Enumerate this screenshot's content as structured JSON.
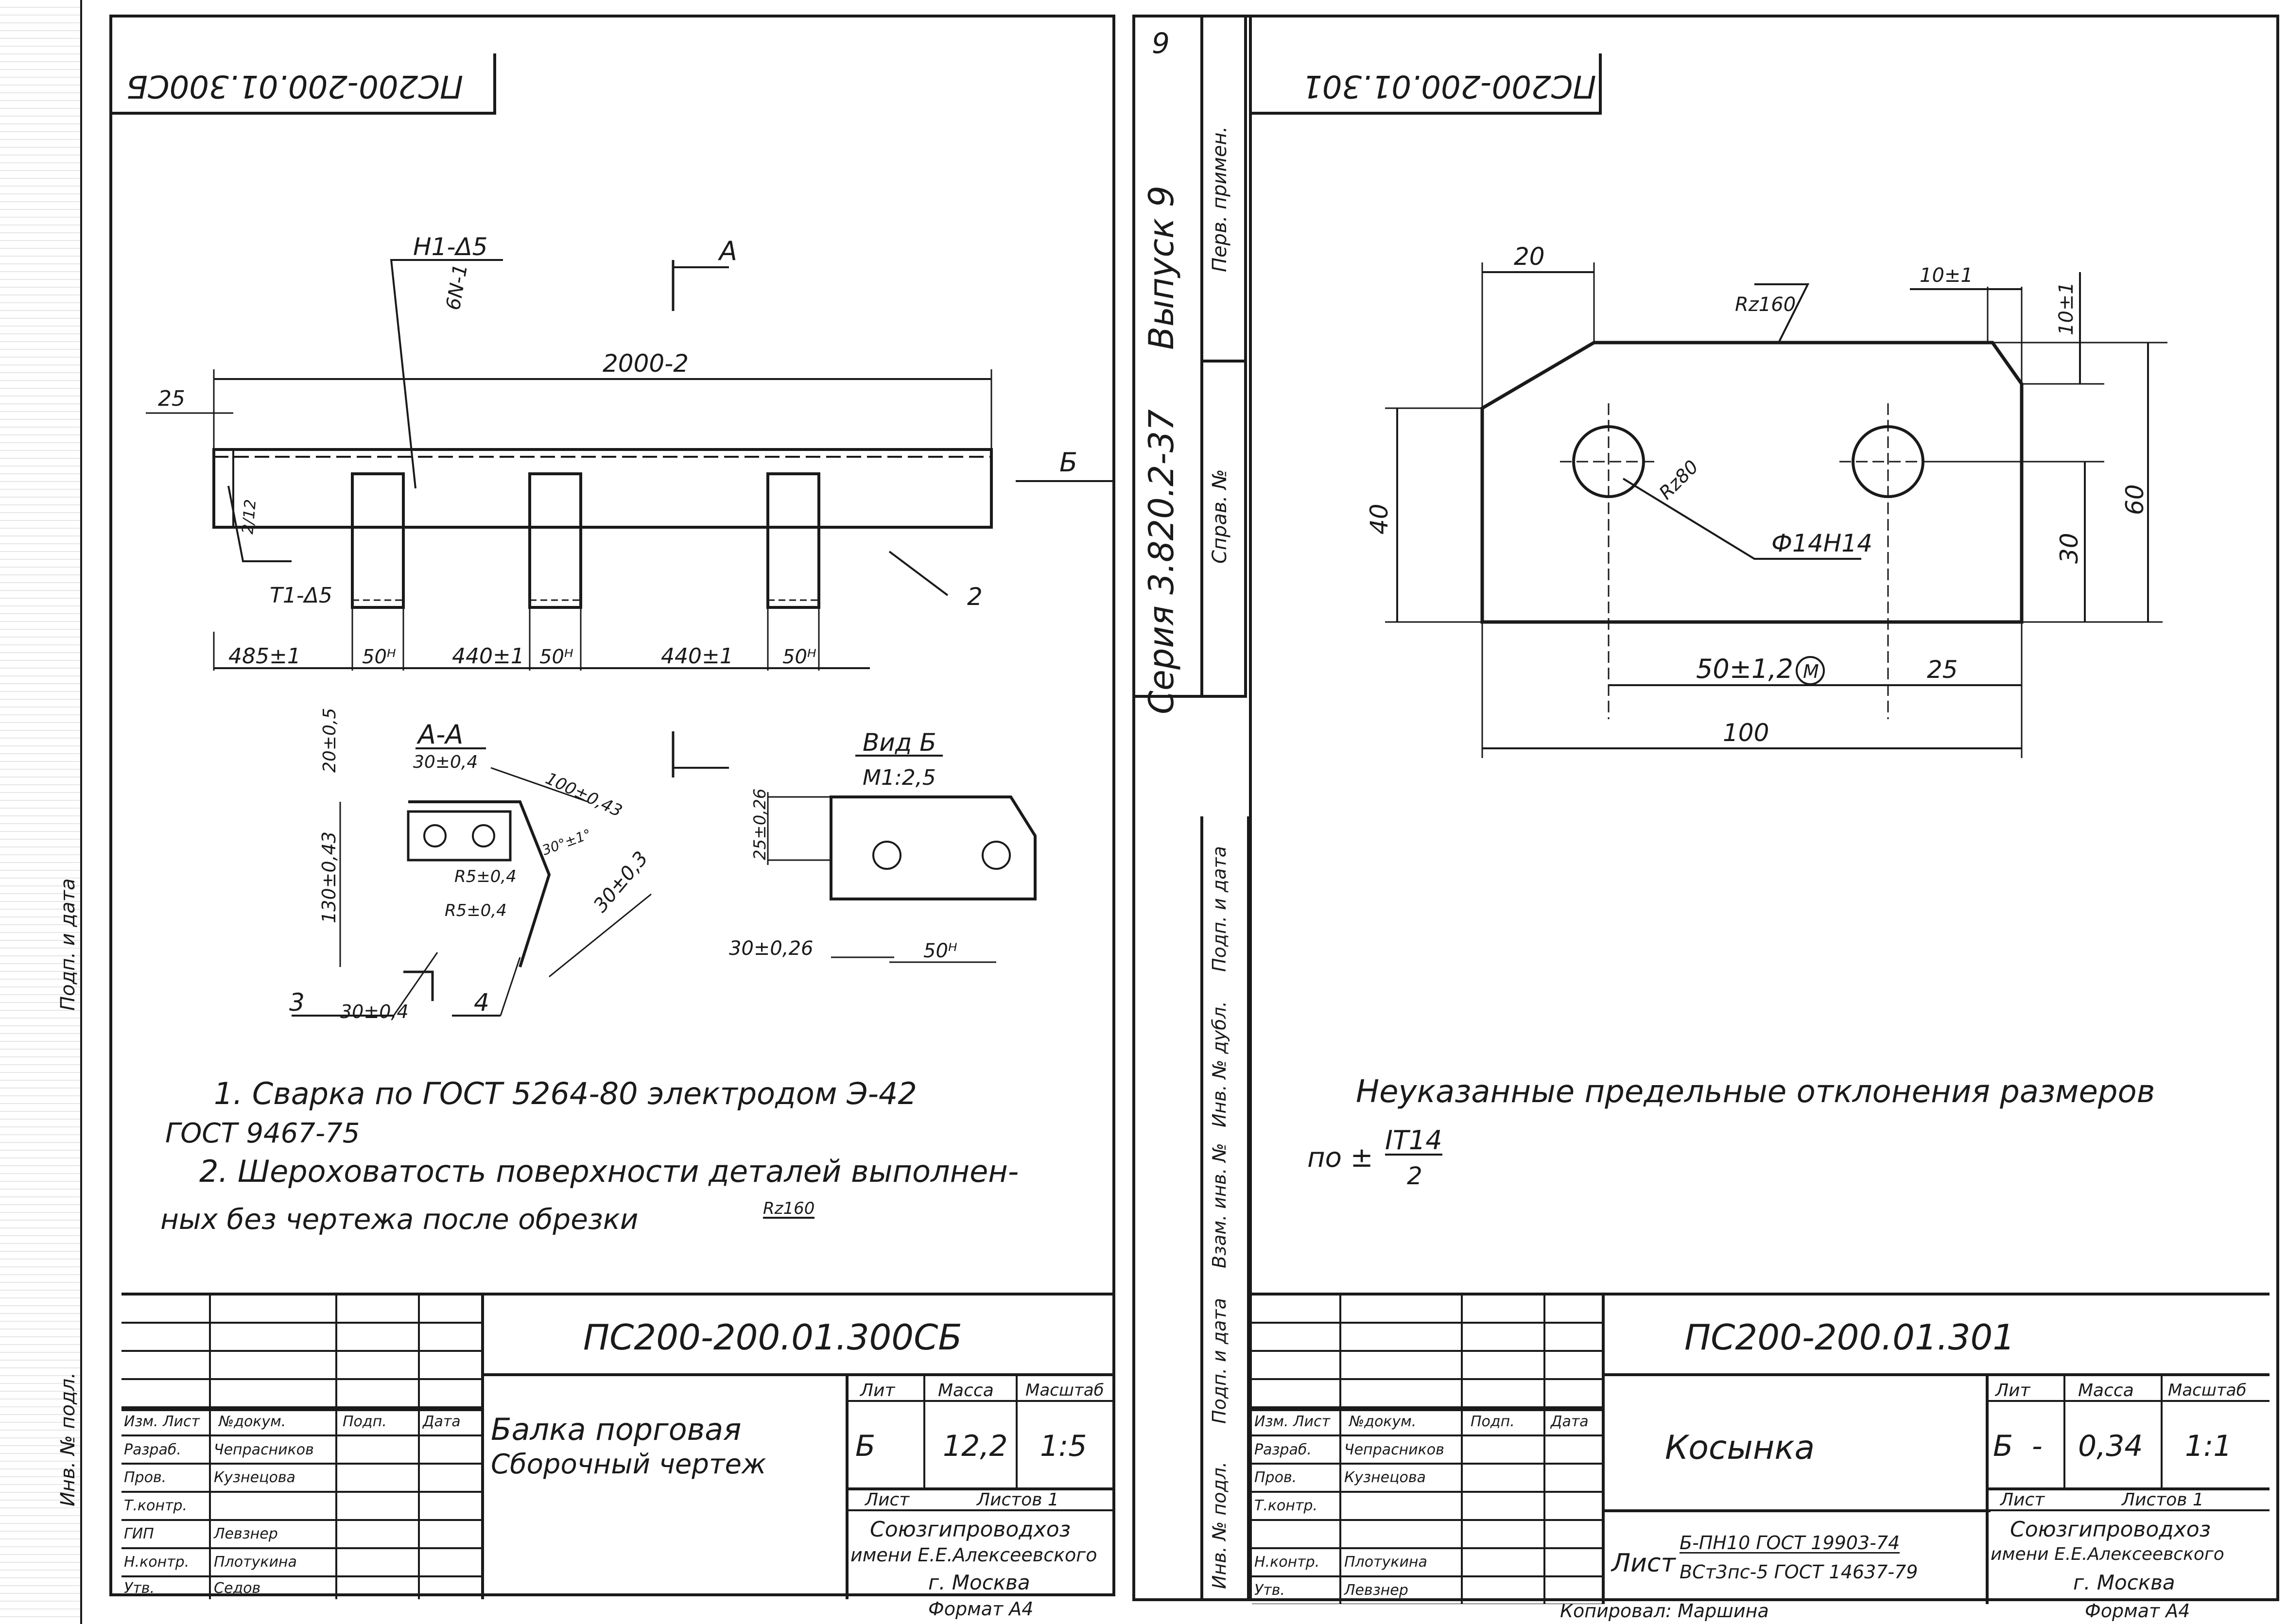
{
  "left_sheet": {
    "corner_code": "ПС200-200.01.300СБ",
    "drawing": {
      "labels": {
        "weld_top": "Н1-Δ5",
        "weld_size": "6N-1",
        "section_a": "А",
        "section_b": "Б",
        "length": "2000-2",
        "edge": "25",
        "weld_bottom": "Т1-Δ5",
        "weld_corner": "2/12",
        "item2": "2",
        "dim1": "485±1",
        "dim2": "50ᴴ",
        "dim3": "440±1",
        "dim4": "50ᴴ",
        "dim5": "440±1",
        "dim6": "50ᴴ",
        "aa_title": "А-А",
        "aa_d1": "20±0,5",
        "aa_d2": "30±0,4",
        "aa_d3": "100±0,43",
        "aa_d4": "130±0,43",
        "aa_d5": "30°±1°",
        "aa_r1": "R5±0,4",
        "aa_r2": "R5±0,4",
        "aa_d6": "30±0,3",
        "aa_item3": "3",
        "aa_item4": "4",
        "aa_d7": "30±0,4",
        "b_title": "Вид Б",
        "b_scale": "М1:2,5",
        "b_d1": "25±0,26",
        "b_d2": "30±0,26",
        "b_d3": "50ᴴ"
      }
    },
    "notes": [
      "1. Сварка по ГОСТ 5264-80 электродом Э-42",
      "ГОСТ 9467-75",
      "2. Шероховатость поверхности деталей выполнен-",
      "ных без чертежа после обрезки"
    ],
    "note_roughness": "Rz160",
    "title_block": {
      "code": "ПС200-200.01.300СБ",
      "name_line1": "Балка порговая",
      "name_line2": "Сборочный чертеж",
      "rev_headers": [
        "Изм.",
        "Лист",
        "№докум.",
        "Подп.",
        "Дата"
      ],
      "rows": [
        {
          "role": "Разраб.",
          "name": "Чепрасников"
        },
        {
          "role": "Пров.",
          "name": "Кузнецова"
        },
        {
          "role": "Т.контр.",
          "name": ""
        },
        {
          "role": "ГИП",
          "name": "Левзнер"
        },
        {
          "role": "Н.контр.",
          "name": "Плотукина"
        },
        {
          "role": "Утв.",
          "name": "Седов"
        }
      ],
      "lit_label": "Лит",
      "mass_label": "Масса",
      "scale_label": "Масштаб",
      "lit": "Б",
      "mass": "12,2",
      "scale": "1:5",
      "sheet_label": "Лист",
      "sheets_label": "Листов 1",
      "org_line1": "Союзгипроводхоз",
      "org_line2": "имени Е.Е.Алексеевского",
      "org_line3": "г. Москва",
      "format": "Формат А4"
    }
  },
  "right_sheet": {
    "corner_code": "ПС200-200.01.301",
    "stamp": {
      "series": "Серия 3.820.2-37",
      "issue": "Выпуск 9",
      "first_use": "Перв. примен.",
      "ref_no": "Справ. №",
      "page_mark": "9"
    },
    "drawing": {
      "labels": {
        "d_top": "20",
        "d_chamfer_w": "10±1",
        "d_chamfer_h": "10±1",
        "roughness": "Rz160",
        "r80": "Rz80",
        "hole": "Ф14Н14",
        "d_h40": "40",
        "d_h30": "30",
        "d_h60": "60",
        "d_pitch": "50±1,2",
        "m_mark": "М",
        "d_25": "25",
        "d_100": "100"
      }
    },
    "note_line1": "Неуказанные предельные отклонения размеров",
    "note_line2_prefix": "по ±",
    "note_line2_frac_top": "IT14",
    "note_line2_frac_bottom": "2",
    "title_block": {
      "code": "ПС200-200.01.301",
      "name": "Косынка",
      "rev_headers": [
        "Изм.",
        "Лист",
        "№докум.",
        "Подп.",
        "Дата"
      ],
      "rows": [
        {
          "role": "Разраб.",
          "name": "Чепрасников"
        },
        {
          "role": "Пров.",
          "name": "Кузнецова"
        },
        {
          "role": "Т.контр.",
          "name": ""
        },
        {
          "role": "Н.контр.",
          "name": "Плотукина"
        },
        {
          "role": "Утв.",
          "name": "Левзнер"
        }
      ],
      "material_prefix": "Лист",
      "material_top": "Б-ПН10 ГОСТ 19903-74",
      "material_bottom": "ВСт3пс-5 ГОСТ 14637-79",
      "lit_label": "Лит",
      "mass_label": "Масса",
      "scale_label": "Масштаб",
      "lit": "Б",
      "mass_dash": "-",
      "mass": "0,34",
      "scale": "1:1",
      "sheet_label": "Лист",
      "sheets_label": "Листов 1",
      "org_line1": "Союзгипроводхоз",
      "org_line2": "имени Е.Е.Алексеевского",
      "org_line3": "г. Москва",
      "format": "Формат А4"
    }
  },
  "bottom_strip": {
    "copied": "Копировал: Маршина"
  },
  "side_stamp": {
    "labels": [
      "Подп. и дата",
      "Инв. № дубл.",
      "Взам. инв. №",
      "Подп. и дата",
      "Инв. № подл."
    ]
  }
}
